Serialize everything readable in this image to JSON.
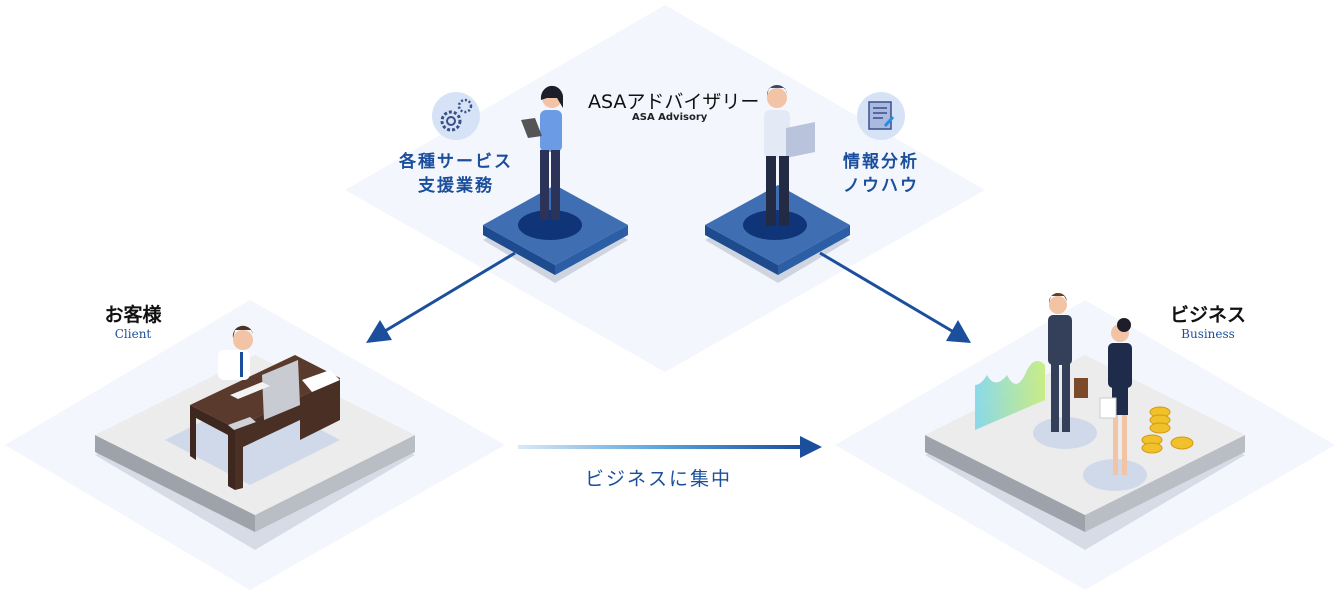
{
  "company": {
    "name_ja": "ASAアドバイザリー",
    "name_en": "ASA Advisory"
  },
  "services": [
    {
      "icon": "gears-icon",
      "line1": "各種サービス",
      "line2": "支援業務"
    },
    {
      "icon": "document-icon",
      "line1": "情報分析",
      "line2": "ノウハウ"
    }
  ],
  "client": {
    "title": "お客様",
    "subtitle": "Client"
  },
  "business": {
    "title": "ビジネス",
    "subtitle": "Business"
  },
  "flow": {
    "label": "ビジネスに集中"
  },
  "colors": {
    "accent": "#1b4f9c",
    "bg_diamond": "#f3f6fc",
    "platform_blue": "#3f6fb2"
  }
}
